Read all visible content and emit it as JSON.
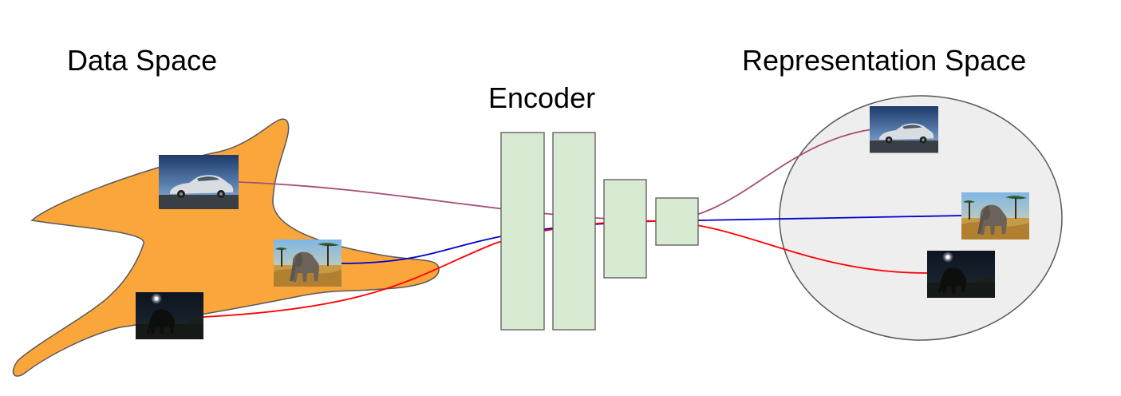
{
  "labels": {
    "data_space": "Data Space",
    "encoder": "Encoder",
    "representation_space": "Representation Space"
  },
  "colors": {
    "data_space_fill": "#fba63a",
    "representation_space_fill": "#eeeeee",
    "encoder_fill": "#d9ead3",
    "car_connection": "#a64d79",
    "elephant_connection": "#0000cc",
    "night_elephant_connection": "#ff0000"
  },
  "images": {
    "car": "car-photo-icon",
    "elephant_day": "elephant-savanna-photo-icon",
    "elephant_night": "elephant-night-photo-icon"
  }
}
